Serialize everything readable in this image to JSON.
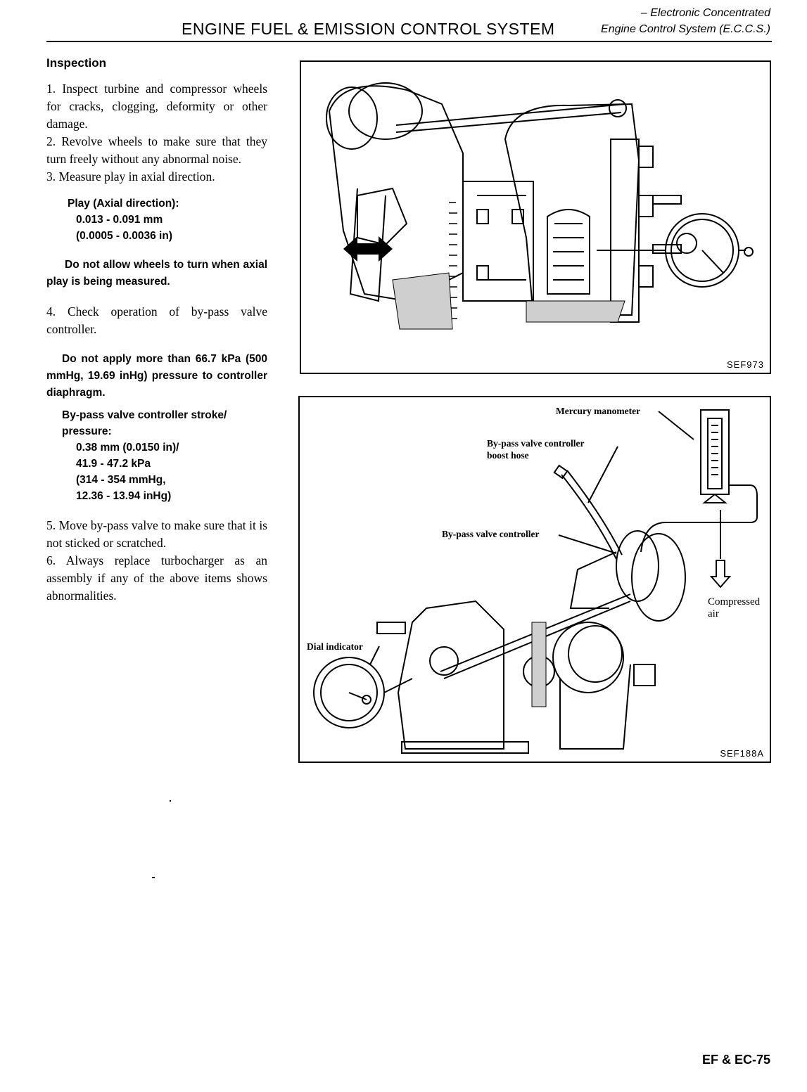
{
  "header": {
    "line1": "– Electronic Concentrated",
    "title": "ENGINE FUEL & EMISSION CONTROL SYSTEM",
    "subtitle": "Engine Control System (E.C.C.S.)"
  },
  "section": {
    "title": "Inspection",
    "step1": "1. Inspect turbine and compressor wheels for cracks, clogging, deformity or other damage.",
    "step2": "2. Revolve wheels to make sure that they turn freely without any abnormal noise.",
    "step3": "3. Measure play in axial direction.",
    "play_spec": {
      "label": "Play (Axial direction):",
      "metric": "0.013 - 0.091 mm",
      "imperial": "(0.0005 - 0.0036 in)"
    },
    "caution1": "Do not allow wheels to turn when axial play is being measured.",
    "step4": "4. Check operation of by-pass valve controller.",
    "caution2": "Do not apply more than 66.7 kPa (500 mmHg, 19.69 inHg) pressure to controller diaphragm.",
    "stroke_spec": {
      "label1": "By-pass valve controller stroke/",
      "label2": "pressure:",
      "v1": "0.38 mm (0.0150 in)/",
      "v2": "41.9 - 47.2 kPa",
      "v3": "(314 - 354 mmHg,",
      "v4": "12.36 - 13.94 inHg)"
    },
    "step5": "5. Move by-pass valve to make sure that it is not sticked or scratched.",
    "step6": "6. Always replace turbocharger as an assembly if any of the above items shows abnormalities."
  },
  "figure1": {
    "code": "SEF973"
  },
  "figure2": {
    "code": "SEF188A",
    "labels": {
      "manometer": "Mercury manometer",
      "boost_hose_1": "By-pass valve controller",
      "boost_hose_2": "boost hose",
      "controller": "By-pass valve controller",
      "dial": "Dial indicator",
      "compressed_1": "Compressed",
      "compressed_2": "air"
    }
  },
  "footer": {
    "page": "EF & EC-75"
  }
}
